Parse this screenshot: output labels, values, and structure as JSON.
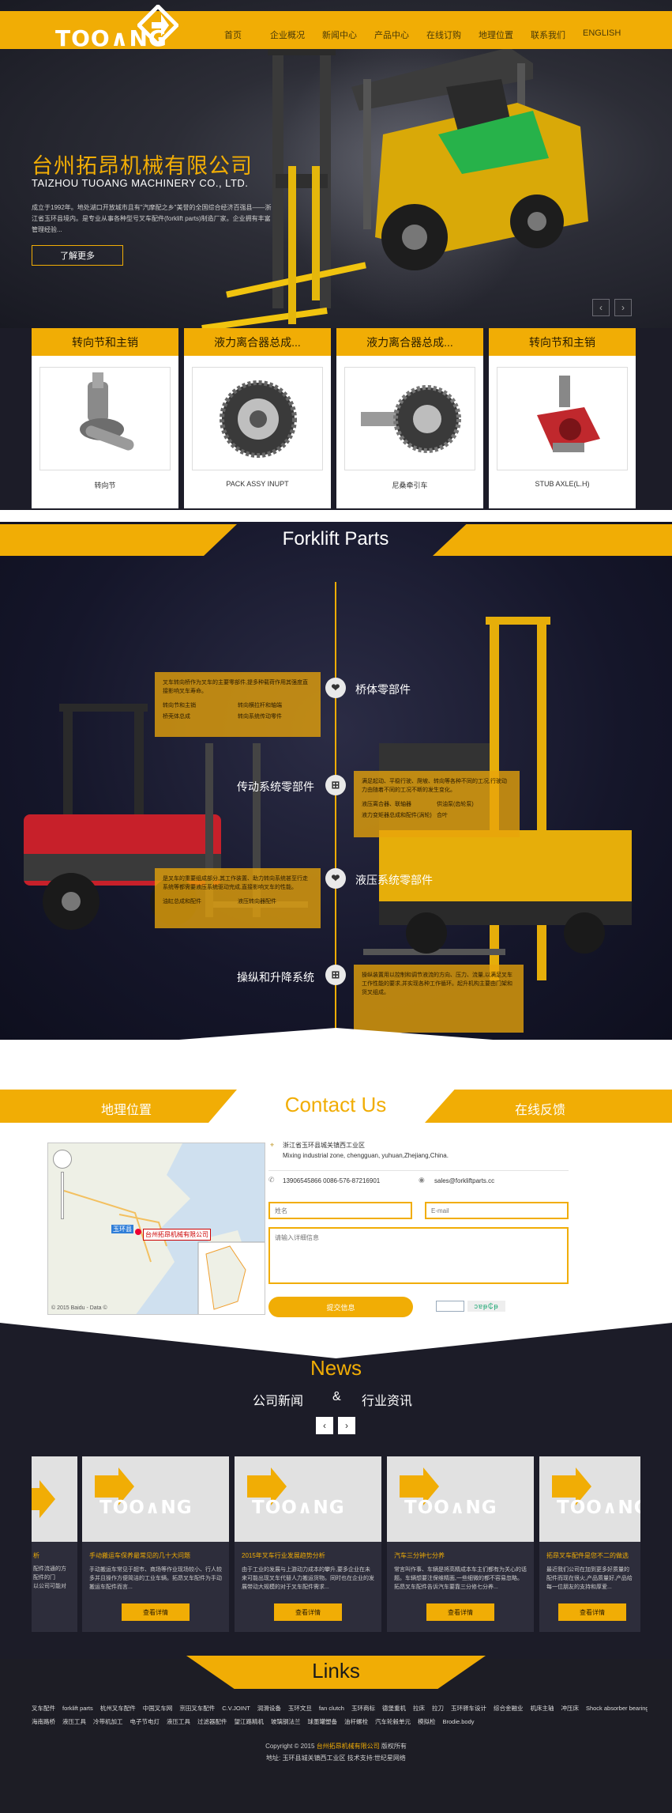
{
  "header": {
    "logo_text": "TOO∧NG",
    "nav": [
      "首页",
      "企业概况",
      "新闻中心",
      "产品中心",
      "在线订购",
      "地理位置",
      "联系我们",
      "ENGLISH"
    ]
  },
  "hero": {
    "title": "台州拓昂机械有限公司",
    "subtitle": "TAIZHOU TUOANG MACHINERY CO., LTD.",
    "desc": "成立于1992年。地处湖口开放城市且有\"汽摩配之乡\"美誉的全国综合经济百强县——浙江省玉环县境内。是专业从事各种型号叉车配件(forklift parts)制造厂家。企业拥有丰富管理经验...",
    "more": "了解更多",
    "prev": "‹",
    "next": "›"
  },
  "products": [
    {
      "title": "转向节和主销",
      "name": "转向节"
    },
    {
      "title": "液力离合器总成...",
      "name": "PACK ASSY INUPT"
    },
    {
      "title": "液力离合器总成...",
      "name": "尼桑牵引车"
    },
    {
      "title": "转向节和主销",
      "name": "STUB AXLE(L.H)"
    }
  ],
  "parts": {
    "title": "Forklift Parts",
    "items": [
      {
        "label": "桥体零部件",
        "icon": "❤",
        "text": "叉车转向桥作为叉车的主要零部件,提多种载荷作用其强度直接影响叉车寿命。",
        "links": [
          "转向节和主销",
          "转向横拉杆和轴端",
          "桥壳体总成",
          "转向系统传动零件"
        ]
      },
      {
        "label": "传动系统零部件",
        "icon": "⊞",
        "text": "满足起动、平稳行驶、爬坡、转向等各种不同的工况,行驶动力由随着不同的工况不断的发生变化。",
        "links": [
          "液压离合器、联轴器",
          "供油泵(齿轮泵)",
          "液力变矩器总成和配件(涡轮)",
          "合叶"
        ]
      },
      {
        "label": "液压系统零部件",
        "icon": "❤",
        "text": "是叉车的重要组成部分,其工作装置、助力转向系统甚至行走系统等都需要液压系统驱动完成,直接影响叉车的性能。",
        "links": [
          "油缸总成和配件",
          "液压转向器配件"
        ]
      },
      {
        "label": "操纵和升降系统",
        "icon": "⊞",
        "text": "操纵装置用以控制和调节液流的方向、压力、流量,以满足叉车工作性能的要求,并实现各种工作循环。起升机构主要由门架和货叉组成。",
        "links": []
      }
    ]
  },
  "contact": {
    "band_left": "地理位置",
    "title": "Contact Us",
    "band_right": "在线反馈",
    "addr_cn": "浙江省玉环县城关镇西工业区",
    "addr_en": "Mixing industrial zone, chengguan, yuhuan,Zhejiang,China.",
    "phone": "13906545866 0086-576-87216901",
    "email": "sales@forkliftparts.cc",
    "name_ph": "姓名",
    "email_ph": "E-mail",
    "msg_ph": "请输入详细信息",
    "submit": "提交信息",
    "captcha": "ᴐɐᵽ₵ᵽ",
    "map_label": "台州拓昂机械有限公司",
    "map_city": "玉环县",
    "map_copy": "© 2015 Baidu - Data ©"
  },
  "news": {
    "title": "News",
    "cat1": "公司新闻",
    "amp": "&",
    "cat2": "行业资讯",
    "prev": "‹",
    "next": "›",
    "items": [
      {
        "title": "析",
        "text": "配件流通的方\n配件的门\n以公司可能对"
      },
      {
        "title": "手动搬运车保养最常见的几十大问题",
        "text": "手动搬运车常见于超市、商场等作业现场较小、行人较多并且操作方便简洁的工业车辆。拓昂叉车配件为手动搬运车配件而言..."
      },
      {
        "title": "2015年叉车行业发展趋势分析",
        "text": "由于工业的发展与上游动力成本的攀升,要多企业在未来可能出现叉车代替人力搬运货物。同时也在企业的发展带动大规模的对于叉车配件需求..."
      },
      {
        "title": "汽车三分钟七分养",
        "text": "常言叫作事、车辆是将高精成本车主们都有为关心的话题。车辆想要注保维精面,一些细微的都不容易忽略。拓昂叉车配件告诉汽车要靠三分修七分养..."
      },
      {
        "title": "拓昂叉车配件是您不二的做选",
        "text": "最近我们公司在加到更多好质量的配件而现在很火,产品质量好,产品给每一位朋友的支持和厚爱..."
      }
    ],
    "more": "查看详情",
    "logo": "TOO∧NG"
  },
  "links": {
    "title": "Links",
    "row1": [
      "叉车配件",
      "forklift parts",
      "杭州叉车配件",
      "中国叉车网",
      "京田叉车配件",
      "C.V.JOINT",
      "润滑设备",
      "玉环文旦",
      "fan clutch",
      "玉环商标",
      "德堡重机",
      "拉床",
      "拉刀",
      "玉环驿车设计",
      "综合金融业",
      "机床主轴",
      "冲压床",
      "Shock absorber bearing"
    ],
    "row2": [
      "海南路桥",
      "液压工具",
      "冷带机加工",
      "电子节电灯",
      "液压工具",
      "过滤器配件",
      "望江路精机",
      "玻璃钢法兰",
      "球墨罐塑备",
      "油杆螺栓",
      "汽车轮毂单元",
      "模拟检",
      "Brodie.body"
    ],
    "copyright_pre": "Copyright © 2015 ",
    "copyright_co": "台州拓昂机械有限公司",
    "copyright_post": " 版权所有",
    "address": "地址: 玉环县城关镇西工业区    技术支持:世纪星网络"
  }
}
